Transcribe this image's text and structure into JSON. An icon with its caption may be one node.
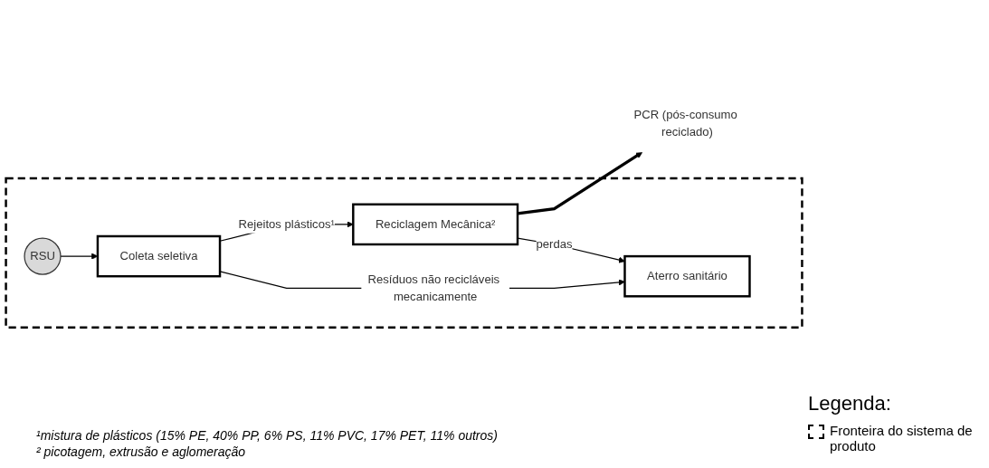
{
  "diagram": {
    "nodes": [
      {
        "text": [],
        "shape": "box"
      },
      {
        "text": [
          "RSU"
        ],
        "in": 0
      },
      {
        "text": [
          "Coleta seletiva"
        ],
        "in": 0
      },
      {
        "text": [
          "Reciclagem Mecânica²"
        ],
        "in": 0
      },
      {
        "text": [
          "Aterro sanitário"
        ],
        "in": 0
      },
      {
        "text": [
          "PCR (pós-consumo reciclado)"
        ]
      }
    ],
    "edges": [
      {
        "from": 1,
        "to": 2,
        "arrow": "to"
      },
      {
        "from": 2,
        "to": 3,
        "arrow": "to",
        "label": "Rejeitos plásticos¹"
      },
      {
        "from": 3,
        "to": 5,
        "arrow": "to",
        "style": "thick"
      },
      {
        "from": 3,
        "to": 4,
        "arrow": "to",
        "label": "perdas"
      },
      {
        "from": 2,
        "to": 4,
        "arrow": "to",
        "label": "Resíduos não recicláveis mecanicamente"
      }
    ],
    "labels": [
      "¹mistura de plásticos (15% PE, 40% PP, 6% PS, 11% PVC, 17% PET, 11% outros)",
      "² picotagem, extrusão e aglomeração",
      "Legenda:"
    ],
    "legend": [
      {
        "text": "Fronteira do sistema de produto"
      }
    ]
  }
}
